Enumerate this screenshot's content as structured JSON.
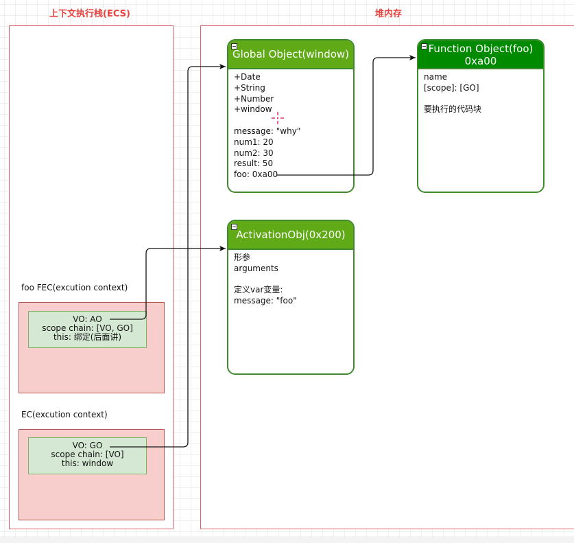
{
  "ecs": {
    "title": "上下文执行栈(ECS)",
    "foo_fec": {
      "label": "foo FEC(excution context)",
      "vo": "VO: AO",
      "scope_chain": "scope chain: [VO, GO]",
      "this": "this: 绑定(后面讲)"
    },
    "ec": {
      "label": "EC(excution context)",
      "vo": "VO: GO",
      "scope_chain": "scope chain: [VO]",
      "this": "this: window"
    }
  },
  "heap": {
    "title": "堆内存",
    "global_object": {
      "title": "Global Object(window)",
      "rows": [
        "+Date",
        "+String",
        "+Number",
        "+window",
        "",
        "message: \"why\"",
        "num1: 20",
        "num2: 30",
        "result: 50",
        "foo: 0xa00"
      ]
    },
    "function_object": {
      "title_line1": "Function Object(foo)",
      "title_line2": "0xa00",
      "rows": [
        "name",
        "[scope]: [GO]",
        "",
        "要执行的代码块"
      ]
    },
    "activation_object": {
      "title": "ActivationObj(0x200)",
      "rows": [
        "形参",
        "arguments",
        "",
        "定义var变量:",
        "message: \"foo\""
      ]
    }
  },
  "colors": {
    "section_title": "#e8413e",
    "pool_border": "#d9636b",
    "context_fill": "#f8cecc",
    "vo_fill": "#d5e8d4",
    "object_header": "#60a917",
    "object_header_dark": "#008a00",
    "object_border": "#3f8a2c"
  }
}
